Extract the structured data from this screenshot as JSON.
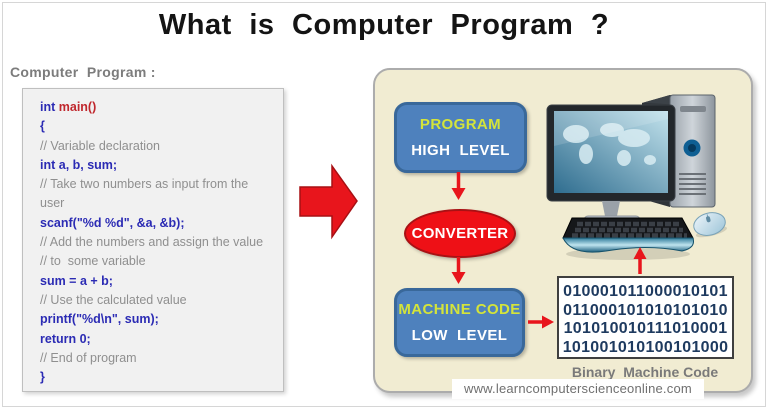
{
  "title": "What is Computer Program ?",
  "left": {
    "heading": "Computer  Program :",
    "code_lines": [
      {
        "parts": [
          {
            "t": "int ",
            "c": "kw"
          },
          {
            "t": "main()",
            "c": "fn"
          }
        ]
      },
      {
        "parts": [
          {
            "t": "{",
            "c": "kw"
          }
        ]
      },
      {
        "parts": [
          {
            "t": "// Variable declaration",
            "c": "cm"
          }
        ]
      },
      {
        "parts": [
          {
            "t": "int a, b, sum;",
            "c": "kw"
          }
        ]
      },
      {
        "parts": [
          {
            "t": "// Take two numbers as input from the",
            "c": "cm"
          }
        ]
      },
      {
        "parts": [
          {
            "t": "user",
            "c": "cm"
          }
        ]
      },
      {
        "parts": [
          {
            "t": "scanf(\"%d %d\", &a, &b);",
            "c": "kw"
          }
        ]
      },
      {
        "parts": [
          {
            "t": "// Add the numbers and assign the value",
            "c": "cm"
          }
        ]
      },
      {
        "parts": [
          {
            "t": "// to  some variable",
            "c": "cm"
          }
        ]
      },
      {
        "parts": [
          {
            "t": "sum = a + b;",
            "c": "kw"
          }
        ]
      },
      {
        "parts": [
          {
            "t": "// Use the calculated value",
            "c": "cm"
          }
        ]
      },
      {
        "parts": [
          {
            "t": "printf(\"%d\\n\", sum);",
            "c": "kw"
          }
        ]
      },
      {
        "parts": [
          {
            "t": "return 0;",
            "c": "kw"
          }
        ]
      },
      {
        "parts": [
          {
            "t": "// End of program",
            "c": "cm"
          }
        ]
      },
      {
        "parts": [
          {
            "t": "}",
            "c": "kw"
          }
        ]
      }
    ]
  },
  "diagram": {
    "program_box": {
      "line1": "PROGRAM",
      "line2": "HIGH  LEVEL"
    },
    "converter_label": "CONVERTER",
    "machine_box": {
      "line1": "MACHINE CODE",
      "line2": "LOW  LEVEL"
    },
    "binary_lines": [
      "010001011000010101",
      "011000101010101010",
      "101010010111010001",
      "101001010100101000"
    ],
    "binary_caption": "Binary  Machine Code"
  },
  "footer": {
    "url": "www.learncomputerscienceonline.com"
  },
  "colors": {
    "title_text": "#141414",
    "heading_gray": "#7C7C7C",
    "code_blue": "#2B2BB4",
    "code_red": "#C0272D",
    "comment_gray": "#8F8F8F",
    "panel_bg": "#F1ECD2",
    "panel_border": "#ACACAC",
    "box_blue": "#4E81BD",
    "box_blue_border": "#39689A",
    "label_yellow": "#D4E43A",
    "converter_red": "#EE1016",
    "converter_border": "#A91114",
    "arrow_red": "#E8151C",
    "binary_text": "#1E3A5F",
    "caption_gray": "#7A7A7A",
    "url_gray": "#6F6F6F"
  }
}
